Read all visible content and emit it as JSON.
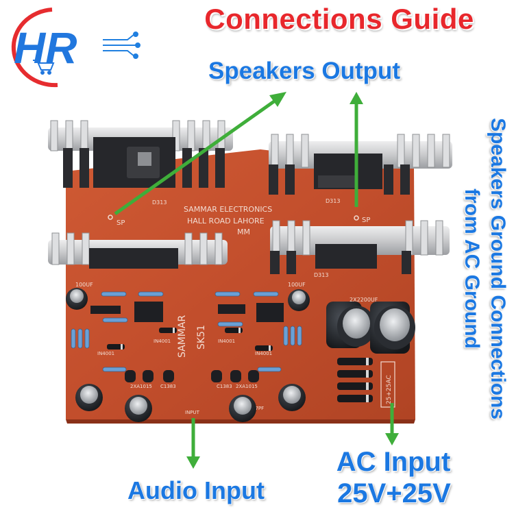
{
  "title": "Connections Guide",
  "labels": {
    "speakers_output": "Speakers Output",
    "speakers_ground_line1": "Speakers Ground Connections",
    "speakers_ground_line2": "from AC Ground",
    "audio_input": "Audio Input",
    "ac_input_line1": "AC Input",
    "ac_input_line2": "25V+25V"
  },
  "logo": {
    "text": "HR"
  },
  "board": {
    "maker_line1": "SAMMAR ELECTRONICS",
    "maker_line2": "HALL ROAD LAHORE",
    "maker_code": "MM",
    "brand_vertical": "SAMMAR",
    "model": "SK51",
    "sp_left": "SP",
    "sp_right": "SP",
    "transistor_left": "D313",
    "transistor_right": "D313",
    "transistor_right_lower": "D313",
    "cap_left": "100UF",
    "cap_mid": "100UF",
    "cap_filter": "2X2200UF",
    "diode_a": "IN4001",
    "diode_b": "IN4001",
    "diode_c": "IN4001",
    "diode_d": "IN4001",
    "pair_left": "2XA1015",
    "pair_right": "2XA1015",
    "c_left": "C1383",
    "c_right": "C1383",
    "cap_small": "47PF",
    "input_mark": "INPUT",
    "power_mark": "25+25AC"
  },
  "colors": {
    "title": "#e8272c",
    "label": "#1b78e2",
    "arrow": "#3fae3a",
    "board": "#c24e2c",
    "heatsink": "#cfd0d2"
  }
}
